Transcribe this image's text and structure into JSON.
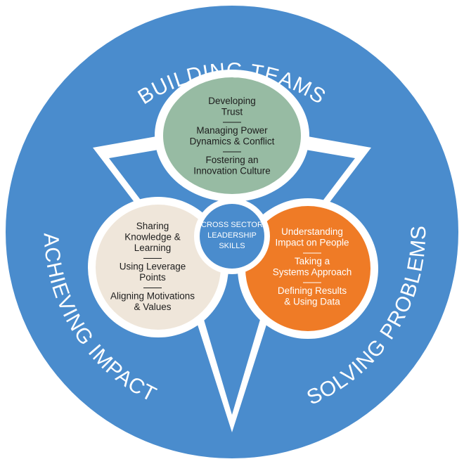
{
  "colors": {
    "ring": "#4a8ccd",
    "band": "#ffffff",
    "green_petal": "#97bba3",
    "cream_petal": "#efe6da",
    "orange_petal": "#ef7b26",
    "center": "#4a8ccd",
    "dark_text": "#1d1d1d",
    "light_text": "#ffffff"
  },
  "outer_labels": {
    "top": "BUILDING TEAMS",
    "left": "ACHIEVING IMPACT",
    "right": "SOLVING PROBLEMS"
  },
  "center": {
    "line1": "CROSS SECTOR",
    "line2": "LEADERSHIP",
    "line3": "SKILLS"
  },
  "petals": {
    "top": {
      "items": [
        {
          "lines": [
            "Developing",
            "Trust"
          ]
        },
        {
          "lines": [
            "Managing Power",
            "Dynamics & Conflict"
          ]
        },
        {
          "lines": [
            "Fostering an",
            "Innovation Culture"
          ]
        }
      ]
    },
    "left": {
      "items": [
        {
          "lines": [
            "Sharing",
            "Knowledge &",
            "Learning"
          ]
        },
        {
          "lines": [
            "Using Leverage",
            "Points"
          ]
        },
        {
          "lines": [
            "Aligning Motivations",
            "& Values"
          ]
        }
      ]
    },
    "right": {
      "items": [
        {
          "lines": [
            "Understanding",
            "Impact on People"
          ]
        },
        {
          "lines": [
            "Taking a",
            "Systems Approach"
          ]
        },
        {
          "lines": [
            "Defining Results",
            "& Using Data"
          ]
        }
      ]
    }
  }
}
